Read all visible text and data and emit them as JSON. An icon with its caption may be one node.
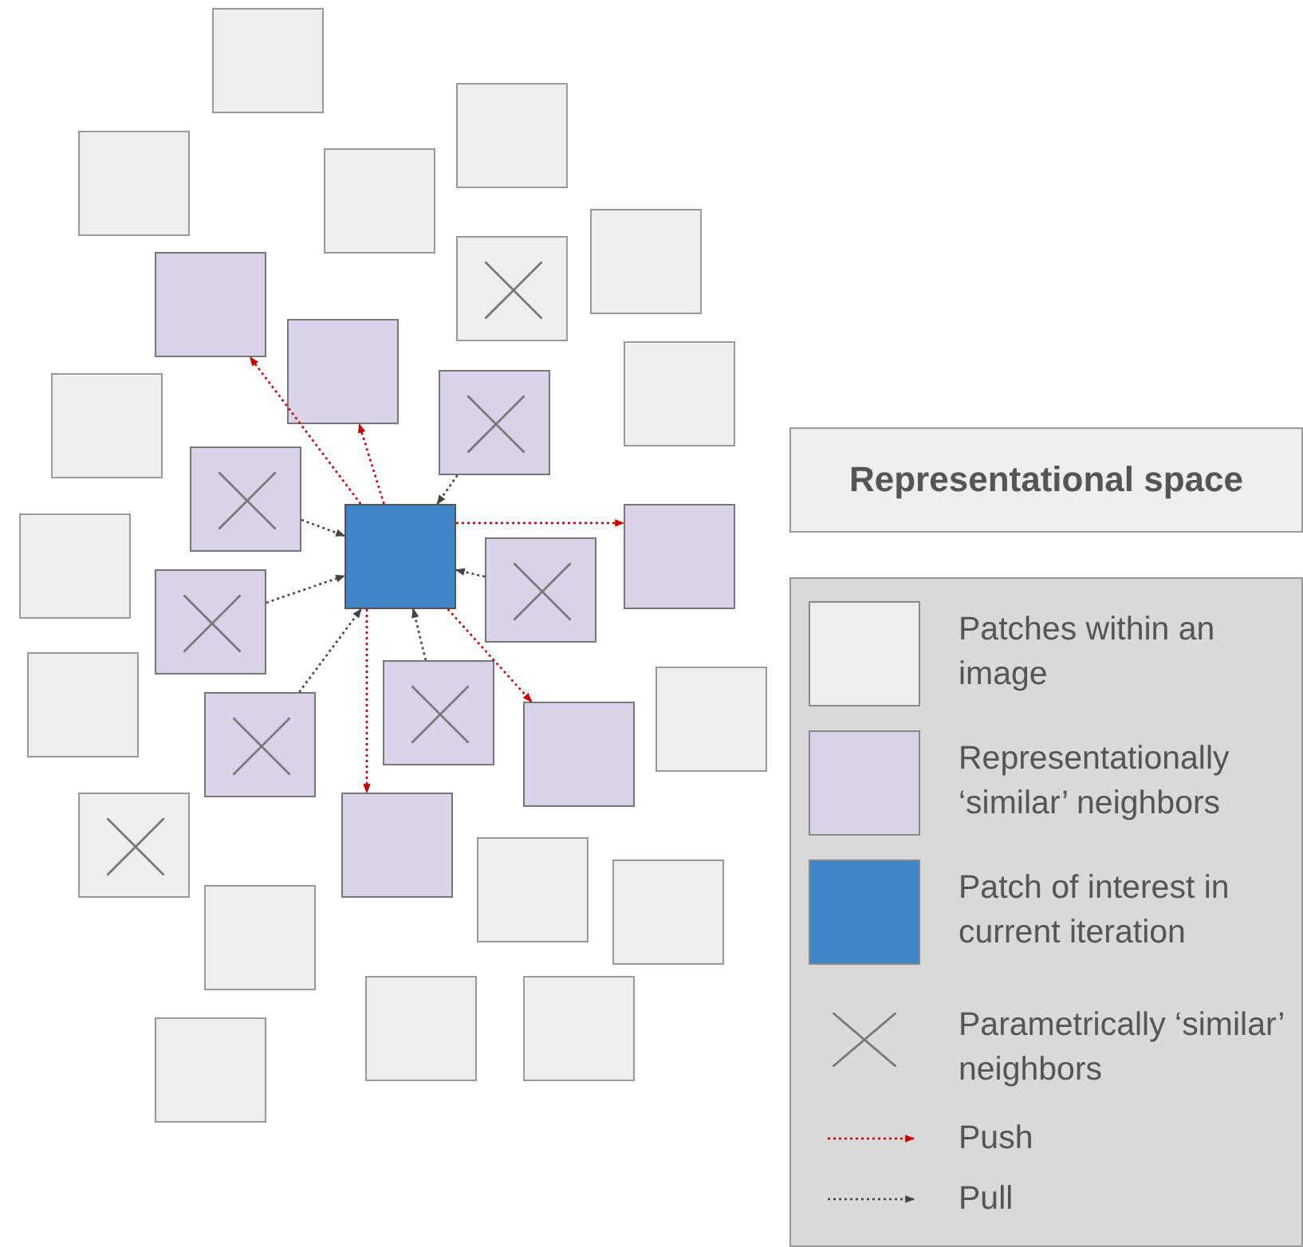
{
  "diagram": {
    "title": "Representational space",
    "nodes": [
      {
        "text": [],
        "shape": "box"
      },
      {
        "text": [],
        "shape": "box"
      },
      {
        "text": [],
        "shape": "box"
      },
      {
        "text": [],
        "shape": "box"
      },
      {
        "text": [],
        "shape": "box"
      },
      {
        "text": [],
        "shape": "box"
      },
      {
        "text": [],
        "shape": "box"
      },
      {
        "text": [],
        "shape": "box"
      },
      {
        "text": [],
        "shape": "box"
      },
      {
        "text": [],
        "shape": "box"
      },
      {
        "text": [],
        "shape": "box"
      },
      {
        "text": [],
        "shape": "box"
      },
      {
        "text": [],
        "shape": "box"
      },
      {
        "text": [],
        "shape": "box"
      },
      {
        "text": [],
        "shape": "box"
      },
      {
        "text": [],
        "shape": "box"
      },
      {
        "text": [],
        "shape": "box"
      },
      {
        "text": [],
        "shape": "box"
      },
      {
        "text": [],
        "shape": "box"
      },
      {
        "text": [],
        "shape": "box"
      },
      {
        "text": [],
        "shape": "box"
      },
      {
        "text": [],
        "shape": "box"
      },
      {
        "text": [],
        "shape": "box"
      },
      {
        "text": [],
        "shape": "box"
      },
      {
        "text": [],
        "shape": "box"
      },
      {
        "text": [],
        "shape": "box"
      },
      {
        "text": [],
        "shape": "box"
      },
      {
        "text": [],
        "shape": "box"
      },
      {
        "text": [],
        "shape": "box"
      },
      {
        "text": [],
        "shape": "box"
      }
    ],
    "edges": [
      {
        "from": 12,
        "to": 6,
        "arrow": "to",
        "style": "dashed",
        "color": "#cc0000"
      },
      {
        "from": 12,
        "to": 7,
        "arrow": "to",
        "style": "dashed",
        "color": "#cc0000"
      },
      {
        "from": 12,
        "to": 13,
        "arrow": "to",
        "style": "dashed",
        "color": "#cc0000"
      },
      {
        "from": 12,
        "to": 21,
        "arrow": "to",
        "style": "dashed",
        "color": "#cc0000"
      },
      {
        "from": 12,
        "to": 23,
        "arrow": "to",
        "style": "dashed",
        "color": "#cc0000"
      },
      {
        "from": 9,
        "to": 12,
        "arrow": "to",
        "style": "dashed"
      },
      {
        "from": 11,
        "to": 12,
        "arrow": "to",
        "style": "dashed"
      },
      {
        "from": 15,
        "to": 12,
        "arrow": "to",
        "style": "dashed"
      },
      {
        "from": 16,
        "to": 12,
        "arrow": "to",
        "style": "dashed"
      },
      {
        "from": 18,
        "to": 12,
        "arrow": "to",
        "style": "dashed"
      },
      {
        "from": 20,
        "to": 12,
        "arrow": "to",
        "style": "dashed"
      }
    ],
    "legend": [
      {
        "text": "Patches within an image",
        "color": "#eeeeee"
      },
      {
        "text": "Representationally ‘similar’ neighbors",
        "color": "#d9d2e9"
      },
      {
        "text": "Patch of interest in current iteration",
        "color": "#3d85c6"
      },
      {
        "text": "Parametrically ‘similar’ neighbors"
      },
      {
        "text": "Push"
      },
      {
        "text": "Pull"
      }
    ]
  }
}
